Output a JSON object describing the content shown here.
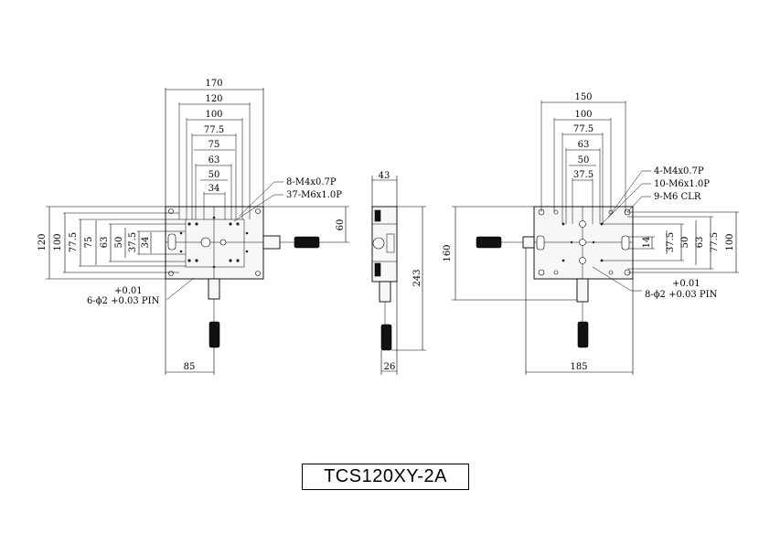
{
  "title": "TCS120XY-2A",
  "left_view": {
    "widths": [
      "170",
      "120",
      "100",
      "77.5",
      "75",
      "63",
      "50",
      "34"
    ],
    "heights": [
      "120",
      "100",
      "77.5",
      "75",
      "63",
      "50",
      "37.5",
      "34"
    ],
    "callout_1": "8-M4x0.7P",
    "callout_2": "37-M6x1.0P",
    "offset": "60",
    "pin_tol": "+0.01",
    "pin_spec": "6-ϕ2 +0.03 PIN",
    "bottom": "85"
  },
  "side_view": {
    "top": "43",
    "height": "243",
    "bottom": "26"
  },
  "right_view": {
    "widths": [
      "150",
      "100",
      "77.5",
      "63",
      "50",
      "37.5"
    ],
    "heights": [
      "14",
      "37.5",
      "50",
      "63",
      "77.5",
      "100"
    ],
    "callout_1": "4-M4x0.7P",
    "callout_2": "10-M6x1.0P",
    "callout_3": "9-M6 CLR",
    "left_height": "160",
    "pin_tol": "+0.01",
    "pin_spec": "8-ϕ2 +0.03 PIN",
    "bottom": "185"
  }
}
